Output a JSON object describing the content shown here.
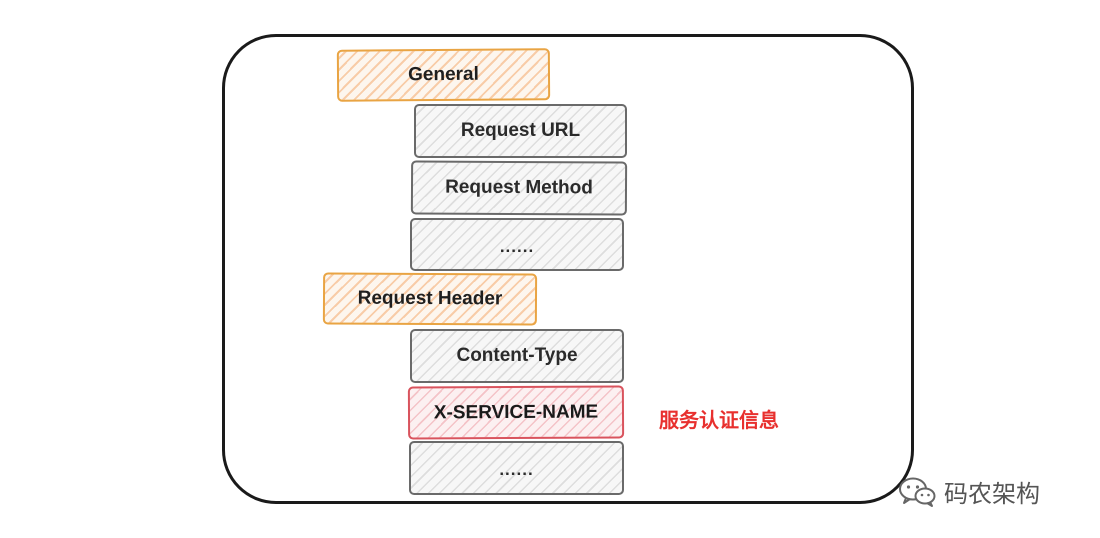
{
  "diagram": {
    "general": {
      "label": "General",
      "fields": [
        "Request URL",
        "Request Method",
        "......"
      ]
    },
    "request_header": {
      "label": "Request Header",
      "fields": [
        "Content-Type",
        "X-SERVICE-NAME",
        "......"
      ]
    },
    "annotation": "服务认证信息",
    "colors": {
      "section_border": "#e9a443",
      "highlight_border": "#d9535d",
      "annotation_text": "#e8302e",
      "field_border": "#6a6a6a"
    }
  },
  "watermark": {
    "text": "码农架构",
    "icon": "wechat-icon"
  }
}
